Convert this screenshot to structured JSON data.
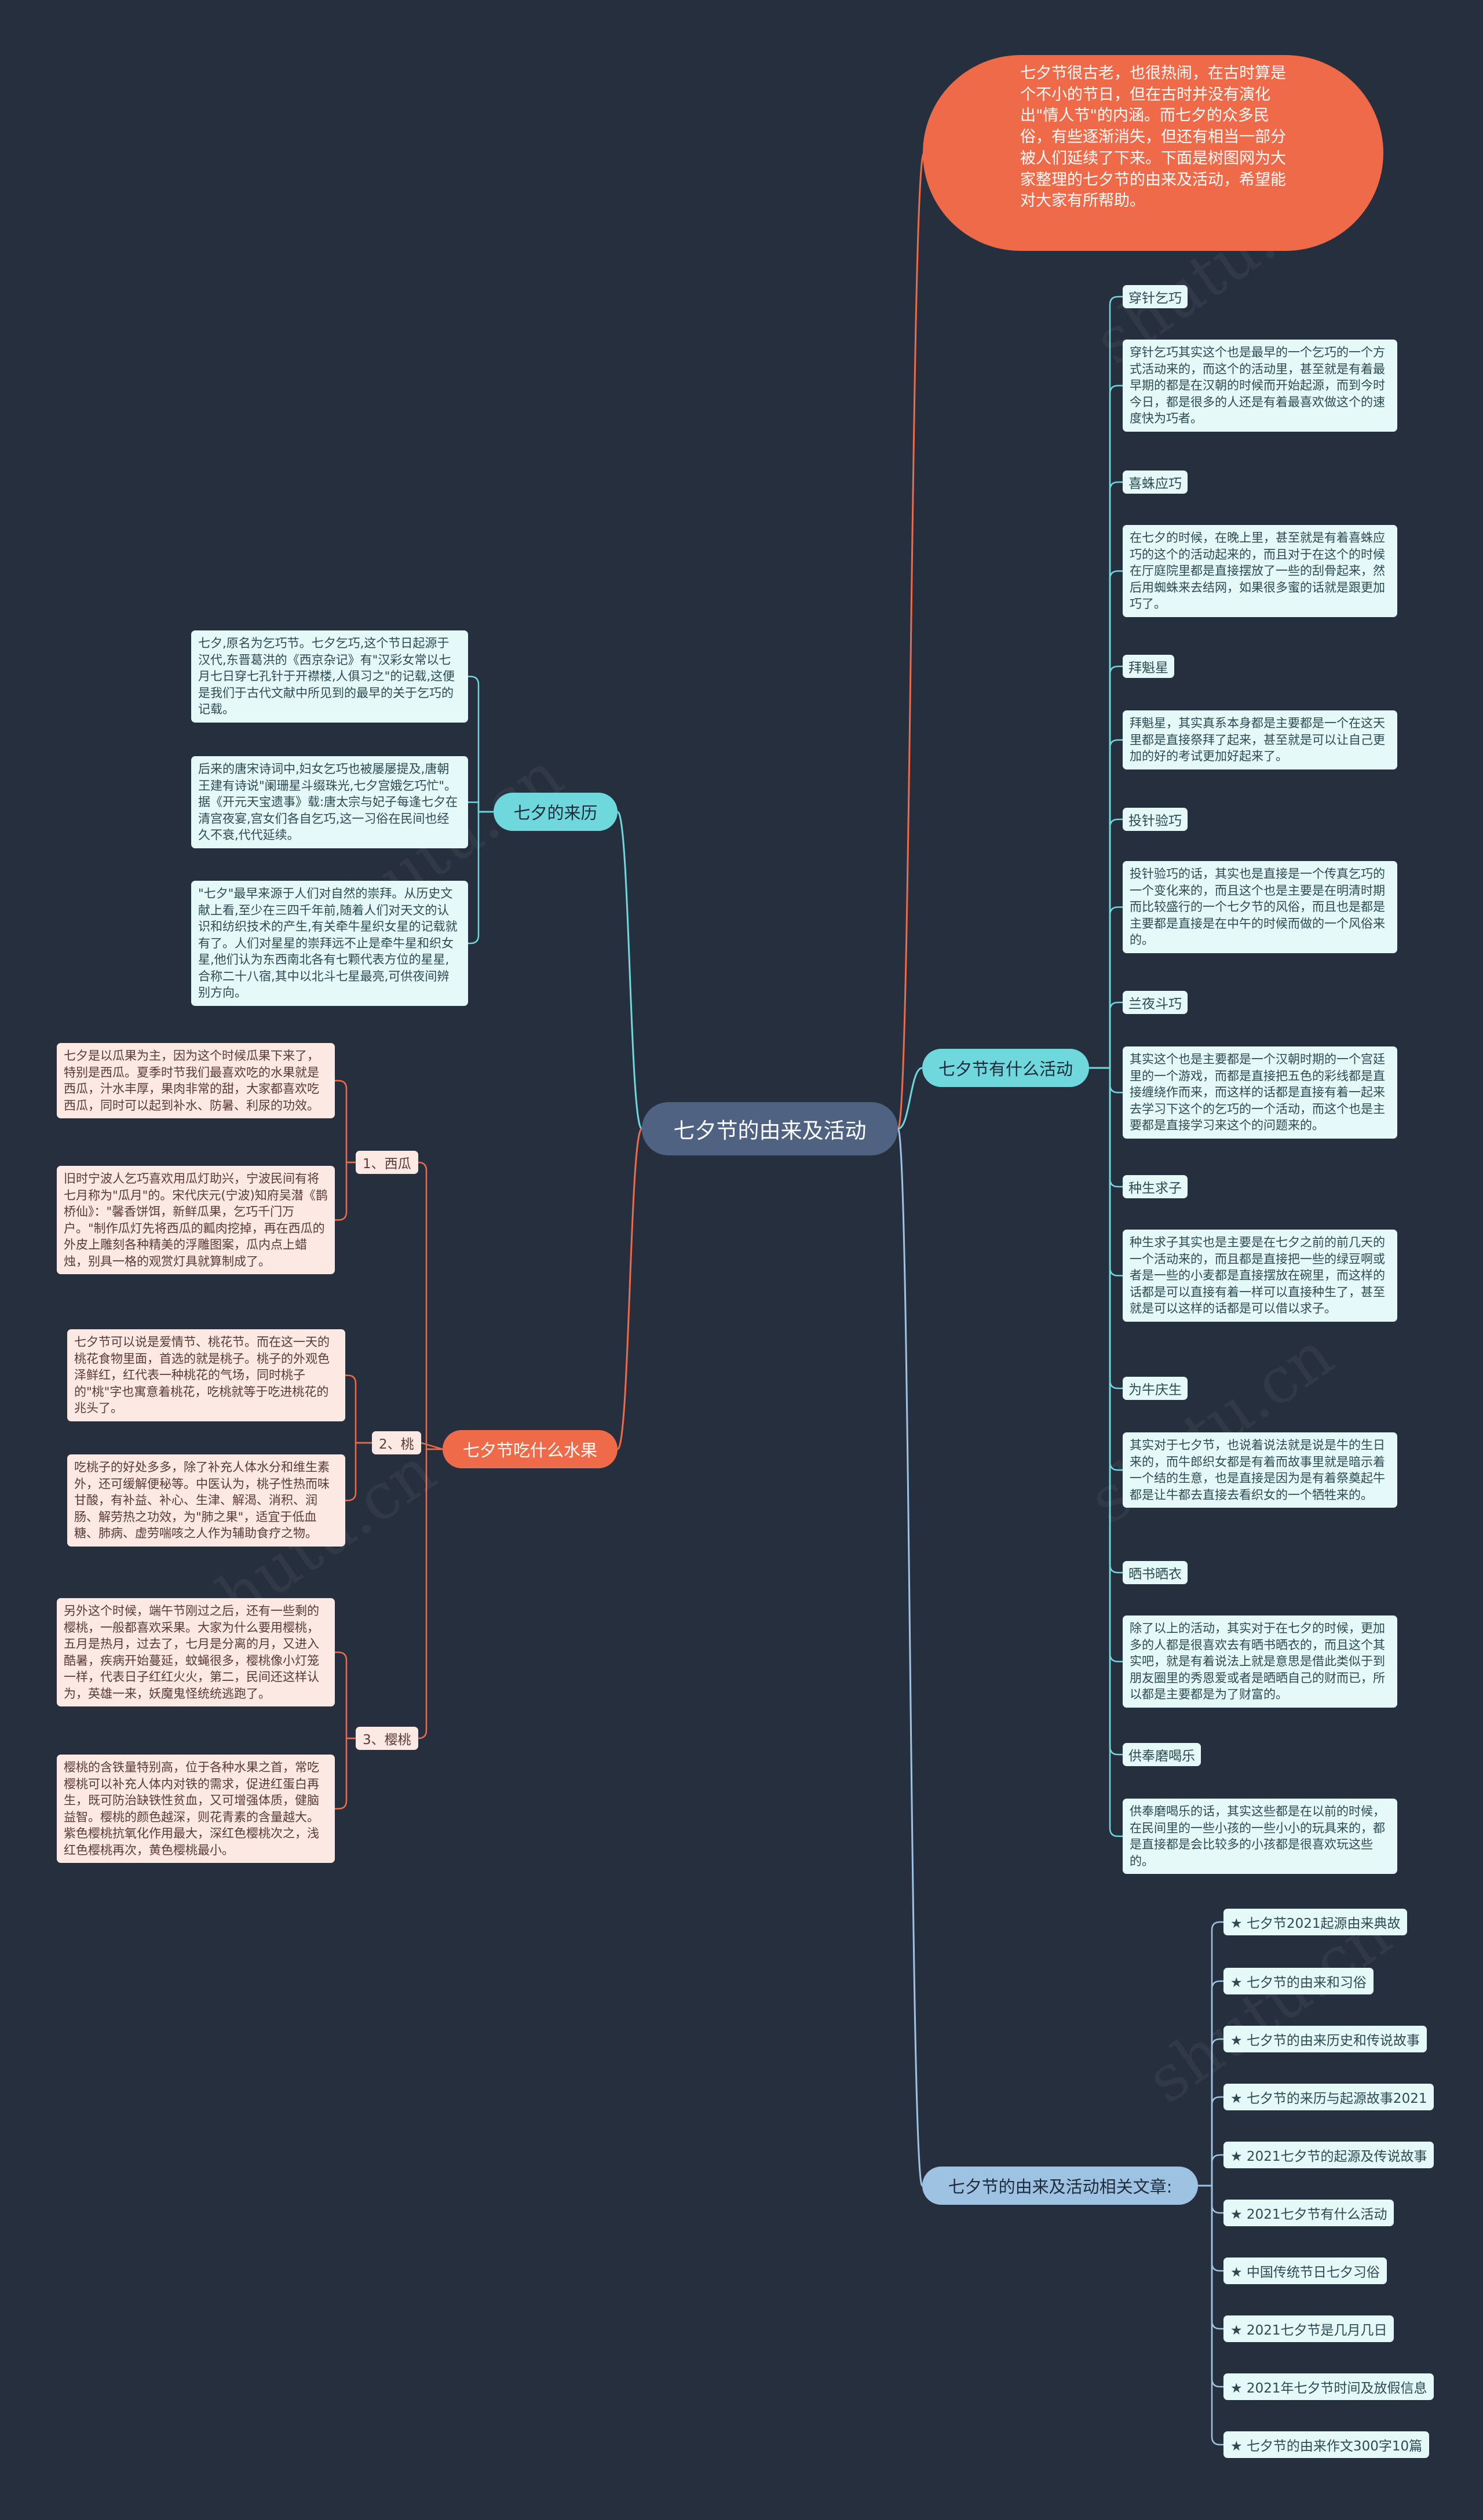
{
  "root": "七夕节的由来及活动",
  "intro": "七夕节很古老，也很热闹，在古时算是个不小的节日，但在古时并没有演化出\"情人节\"的内涵。而七夕的众多民俗，有些逐渐消失，但还有相当一部分被人们延续了下来。下面是树图网为大家整理的七夕节的由来及活动，希望能对大家有所帮助。",
  "branches": {
    "origin": "七夕的来历",
    "activities": "七夕节有什么活动",
    "fruits": "七夕节吃什么水果",
    "articles": "七夕节的由来及活动相关文章:"
  },
  "origin_items": [
    "七夕,原名为乞巧节。七夕乞巧,这个节日起源于汉代,东晋葛洪的《西京杂记》有\"汉彩女常以七月七日穿七孔针于开襟楼,人俱习之\"的记载,这便是我们于古代文献中所见到的最早的关于乞巧的记载。",
    "后来的唐宋诗词中,妇女乞巧也被屡屡提及,唐朝王建有诗说\"阑珊星斗缀珠光,七夕宫娥乞巧忙\"。据《开元天宝遗事》载:唐太宗与妃子每逢七夕在清宫夜宴,宫女们各自乞巧,这一习俗在民间也经久不衰,代代延续。",
    "\"七夕\"最早来源于人们对自然的崇拜。从历史文献上看,至少在三四千年前,随着人们对天文的认识和纺织技术的产生,有关牵牛星织女星的记载就有了。人们对星星的崇拜远不止是牵牛星和织女星,他们认为东西南北各有七颗代表方位的星星,合称二十八宿,其中以北斗七星最亮,可供夜间辨别方向。"
  ],
  "activities": [
    {
      "title": "穿针乞巧",
      "desc": "穿针乞巧其实这个也是最早的一个乞巧的一个方式活动来的，而这个的活动里，甚至就是有着最早期的都是在汉朝的时候而开始起源，而到今时今日，都是很多的人还是有着最喜欢做这个的速度快为巧者。"
    },
    {
      "title": "喜蛛应巧",
      "desc": "在七夕的时候，在晚上里，甚至就是有着喜蛛应巧的这个的活动起来的，而且对于在这个的时候在厅庭院里都是直接摆放了一些的刮骨起来，然后用蜘蛛来去结网，如果很多蜜的话就是跟更加巧了。"
    },
    {
      "title": "拜魁星",
      "desc": "拜魁星，其实真系本身都是主要都是一个在这天里都是直接祭拜了起来，甚至就是可以让自己更加的好的考试更加好起来了。"
    },
    {
      "title": "投针验巧",
      "desc": "投针验巧的话，其实也是直接是一个传真乞巧的一个变化来的，而且这个也是主要是在明清时期而比较盛行的一个七夕节的风俗，而且也是都是主要都是直接是在中午的时候而做的一个风俗来的。"
    },
    {
      "title": "兰夜斗巧",
      "desc": "其实这个也是主要都是一个汉朝时期的一个宫廷里的一个游戏，而都是直接把五色的彩线都是直接缠绕作而来，而这样的话都是直接有着一起来去学习下这个的乞巧的一个活动，而这个也是主要都是直接学习来这个的问题来的。"
    },
    {
      "title": "种生求子",
      "desc": "种生求子其实也是主要是在七夕之前的前几天的一个活动来的，而且都是直接把一些的绿豆啊或者是一些的小麦都是直接摆放在碗里，而这样的话都是可以直接有着一样可以直接种生了，甚至就是可以这样的话都是可以借以求子。"
    },
    {
      "title": "为牛庆生",
      "desc": "其实对于七夕节，也说着说法就是说是牛的生日来的，而牛郎织女都是有着而故事里就是暗示着一个结的生意，也是直接是因为是有着祭奠起牛都是让牛都去直接去看织女的一个牺牲来的。"
    },
    {
      "title": "晒书晒衣",
      "desc": "除了以上的活动，其实对于在七夕的时候，更加多的人都是很喜欢去有晒书晒衣的，而且这个其实吧，就是有着说法上就是意思是借此类似于到朋友圈里的秀恩爱或者是晒晒自己的财而已，所以都是主要都是为了财富的。"
    },
    {
      "title": "供奉磨喝乐",
      "desc": "供奉磨喝乐的话，其实这些都是在以前的时候，在民间里的一些小孩的一些小小的玩具来的，都是直接都是会比较多的小孩都是很喜欢玩这些的。"
    }
  ],
  "fruits": [
    {
      "label": "1、西瓜",
      "items": [
        "七夕是以瓜果为主，因为这个时候瓜果下来了，特别是西瓜。夏季时节我们最喜欢吃的水果就是西瓜，汁水丰厚，果肉非常的甜，大家都喜欢吃西瓜，同时可以起到补水、防暑、利尿的功效。",
        "旧时宁波人乞巧喜欢用瓜灯助兴，宁波民间有将七月称为\"瓜月\"的。宋代庆元(宁波)知府吴潜《鹊桥仙》：\"馨香饼饵，新鲜瓜果，乞巧千门万户。\"制作瓜灯先将西瓜的瓤肉挖掉，再在西瓜的外皮上雕刻各种精美的浮雕图案，瓜内点上蜡烛，别具一格的观赏灯具就算制成了。"
      ]
    },
    {
      "label": "2、桃",
      "items": [
        "七夕节可以说是爱情节、桃花节。而在这一天的桃花食物里面，首选的就是桃子。桃子的外观色泽鲜红，红代表一种桃花的气场，同时桃子的\"桃\"字也寓意着桃花，吃桃就等于吃进桃花的兆头了。",
        "吃桃子的好处多多，除了补充人体水分和维生素外，还可缓解便秘等。中医认为，桃子性热而味甘酸，有补益、补心、生津、解渴、消积、润肠、解劳热之功效，为\"肺之果\"，适宜于低血糖、肺病、虚劳喘咳之人作为辅助食疗之物。"
      ]
    },
    {
      "label": "3、樱桃",
      "items": [
        "另外这个时候，端午节刚过之后，还有一些剩的樱桃，一般都喜欢采果。大家为什么要用樱桃，五月是热月，过去了，七月是分离的月，又进入酷暑，疾病开始蔓延，蚊蝇很多，樱桃像小灯笼一样，代表日子红红火火，第二，民间还这样认为，英雄一来，妖魔鬼怪统统逃跑了。",
        "樱桃的含铁量特别高，位于各种水果之首，常吃樱桃可以补充人体内对铁的需求，促进红蛋白再生，既可防治缺铁性贫血，又可增强体质，健脑益智。樱桃的颜色越深，则花青素的含量越大。紫色樱桃抗氧化作用最大，深红色樱桃次之，浅红色樱桃再次，黄色樱桃最小。"
      ]
    }
  ],
  "articles": [
    "★ 七夕节2021起源由来典故",
    "★ 七夕节的由来和习俗",
    "★ 七夕节的由来历史和传说故事",
    "★ 七夕节的来历与起源故事2021",
    "★ 2021七夕节的起源及传说故事",
    "★ 2021七夕节有什么活动",
    "★ 中国传统节日七夕习俗",
    "★ 2021七夕节是几月几日",
    "★ 2021年七夕节时间及放假信息",
    "★ 七夕节的由来作文300字10篇"
  ],
  "colors": {
    "background": "#262f3e",
    "root": "#4f6281",
    "teal": "#6ed8dd",
    "coral": "#ef6a48",
    "blue": "#9ec3e2"
  }
}
